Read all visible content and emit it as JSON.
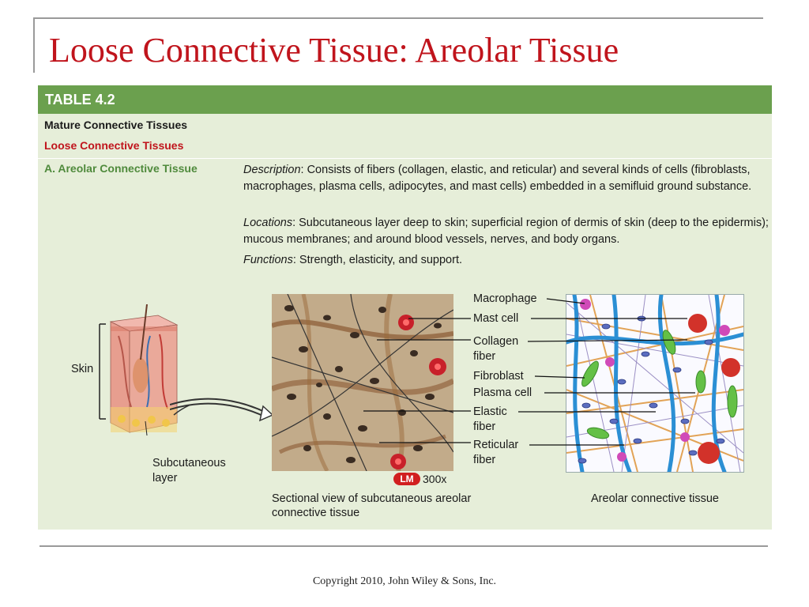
{
  "slide": {
    "title": "Loose Connective Tissue: Areolar Tissue",
    "copyright": "Copyright 2010, John Wiley & Sons, Inc."
  },
  "table": {
    "heading": "TABLE 4.2",
    "category": "Mature Connective Tissues",
    "subcategory": "Loose Connective Tissues",
    "row_title": "A. Areolar Connective Tissue",
    "description_label": "Description",
    "description": ": Consists of fibers (collagen, elastic, and reticular) and several kinds of cells (fibroblasts, macrophages, plasma cells, adipocytes, and mast cells) embedded in a semifluid ground substance.",
    "locations_label": "Locations",
    "locations": ": Subcutaneous layer deep to skin; superficial region of dermis of skin (deep to the epidermis); mucous membranes; and around blood vessels, nerves, and body organs.",
    "functions_label": "Functions",
    "functions": ": Strength, elasticity, and support."
  },
  "figure": {
    "skin_label": "Skin",
    "subcutaneous_label_1": "Subcutaneous",
    "subcutaneous_label_2": "layer",
    "labels": {
      "macrophage": "Macrophage",
      "mast_cell": "Mast cell",
      "collagen_1": "Collagen",
      "collagen_2": "fiber",
      "fibroblast": "Fibroblast",
      "plasma_cell": "Plasma cell",
      "elastic_1": "Elastic",
      "elastic_2": "fiber",
      "reticular_1": "Reticular",
      "reticular_2": "fiber"
    },
    "lm_badge": "LM",
    "magnification": "300x",
    "micrograph_caption_1": "Sectional view of subcutaneous areolar",
    "micrograph_caption_2": "connective tissue",
    "drawing_caption": "Areolar connective tissue"
  },
  "colors": {
    "title_red": "#c0141c",
    "table_header_green": "#6ba04e",
    "table_body": "#e6eed9",
    "row_title_green": "#4f8a3c"
  }
}
